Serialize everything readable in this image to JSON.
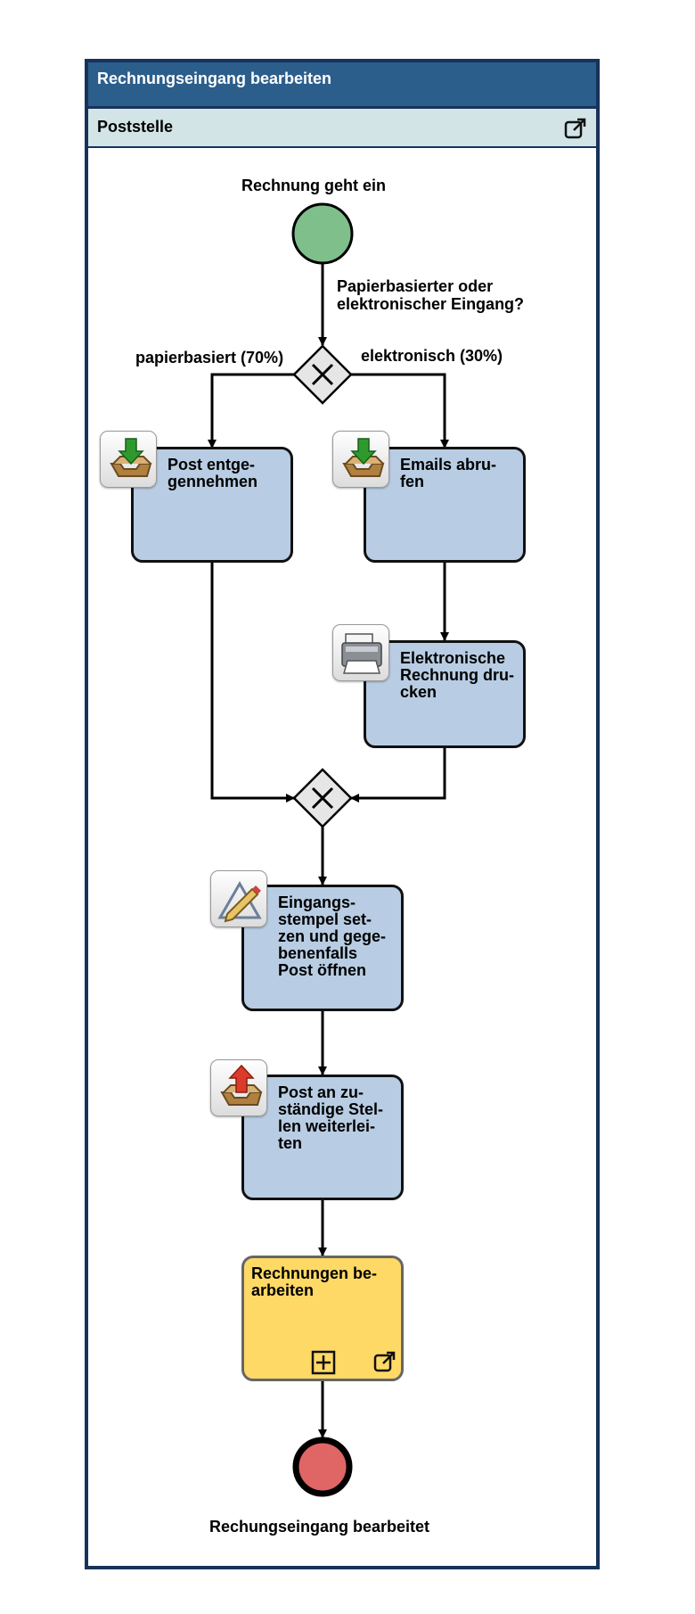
{
  "pool": {
    "title": "Rechnungseingang bearbeiten"
  },
  "lane": {
    "title": "Poststelle",
    "link_icon": "external-link-icon"
  },
  "events": {
    "start": {
      "label": "Rechnung geht ein",
      "color": "#7fbf8c"
    },
    "end": {
      "label": "Rechungseingang bearbeitet",
      "color": "#e06666"
    }
  },
  "gateways": {
    "split": {
      "question": "Papierbasierter oder\nelektronischer Eingang?",
      "left_branch": "papierbasiert (70%)",
      "right_branch": "elektronisch (30%)"
    }
  },
  "tasks": {
    "post": {
      "label": "Post entge-\ngennehmen",
      "icon": "inbox-download-icon"
    },
    "emails": {
      "label": "Emails abru-\nfen",
      "icon": "inbox-download-icon"
    },
    "print": {
      "label": "Elektronische\nRechnung dru-\ncken",
      "icon": "printer-icon"
    },
    "stamp": {
      "label": "Eingangs-\nstempel set-\nzen und gege-\nbenenfalls\nPost öffnen",
      "icon": "pen-drawing-icon"
    },
    "forward": {
      "label": "Post an zu-\nständige Stel-\nlen weiterlei-\nten",
      "icon": "inbox-upload-icon"
    }
  },
  "subprocess": {
    "label": "Rechnungen be-\narbeiten",
    "icons": [
      "expand-plus-icon",
      "external-link-icon"
    ]
  },
  "colors": {
    "task_fill": "#b8cde3",
    "subprocess_fill": "#ffd966",
    "pool_header": "#2c5e8c",
    "lane_header": "#d2e4e5",
    "gateway_fill": "#e6e6e6"
  }
}
